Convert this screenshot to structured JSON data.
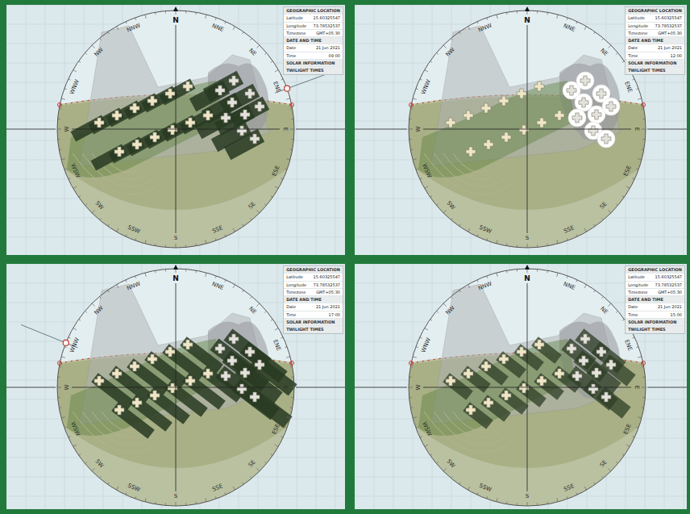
{
  "diagram": {
    "nodes": [
      {
        "text": [
          "GEOGRAPHIC LOCATION",
          "Latitude",
          "15.60325547",
          "Longitude",
          "73.78532537",
          "Timezone",
          "GMT+05:30",
          "DATE AND TIME",
          "Date",
          "21 Jun 2021",
          "Time",
          "09:00",
          "SOLAR INFORMATION",
          "TWILIGHT TIMES"
        ]
      },
      {
        "text": [
          "GEOGRAPHIC LOCATION",
          "Latitude",
          "15.60325547",
          "Longitude",
          "73.78532537",
          "Timezone",
          "GMT+05:30",
          "DATE AND TIME",
          "Date",
          "21 Jun 2021",
          "Time",
          "12:00",
          "SOLAR INFORMATION",
          "TWILIGHT TIMES"
        ]
      },
      {
        "text": [
          "GEOGRAPHIC LOCATION",
          "Latitude",
          "15.60325547",
          "Longitude",
          "73.78532537",
          "Timezone",
          "GMT+05:30",
          "DATE AND TIME",
          "Date",
          "21 Jun 2021",
          "Time",
          "17:00",
          "SOLAR INFORMATION",
          "TWILIGHT TIMES"
        ]
      },
      {
        "text": [
          "GEOGRAPHIC LOCATION",
          "Latitude",
          "15.60325547",
          "Longitude",
          "73.78532537",
          "Timezone",
          "GMT+05:30",
          "DATE AND TIME",
          "Date",
          "21 Jun 2021",
          "Time",
          "15:00",
          "SOLAR INFORMATION",
          "TWILIGHT TIMES"
        ]
      }
    ],
    "labels": [
      "N",
      "NNE",
      "NE",
      "ENE",
      "E",
      "ESE",
      "SE",
      "SSE",
      "S",
      "SSW",
      "SW",
      "WSW",
      "W",
      "WNW",
      "NW",
      "NNW",
      "N",
      "NNE",
      "NE",
      "ENE",
      "E",
      "ESE",
      "SE",
      "SSE",
      "S",
      "SSW",
      "SW",
      "WSW",
      "W",
      "WNW",
      "NW",
      "NNW",
      "N",
      "NNE",
      "NE",
      "ENE",
      "E",
      "ESE",
      "SE",
      "SSE",
      "S",
      "SSW",
      "SW",
      "WSW",
      "W",
      "WNW",
      "NW",
      "NNW",
      "N",
      "NNE",
      "NE",
      "ENE",
      "E",
      "ESE",
      "SE",
      "SSE",
      "S",
      "SSW",
      "SW",
      "WSW",
      "W",
      "WNW",
      "NW",
      "NNW"
    ]
  }
}
